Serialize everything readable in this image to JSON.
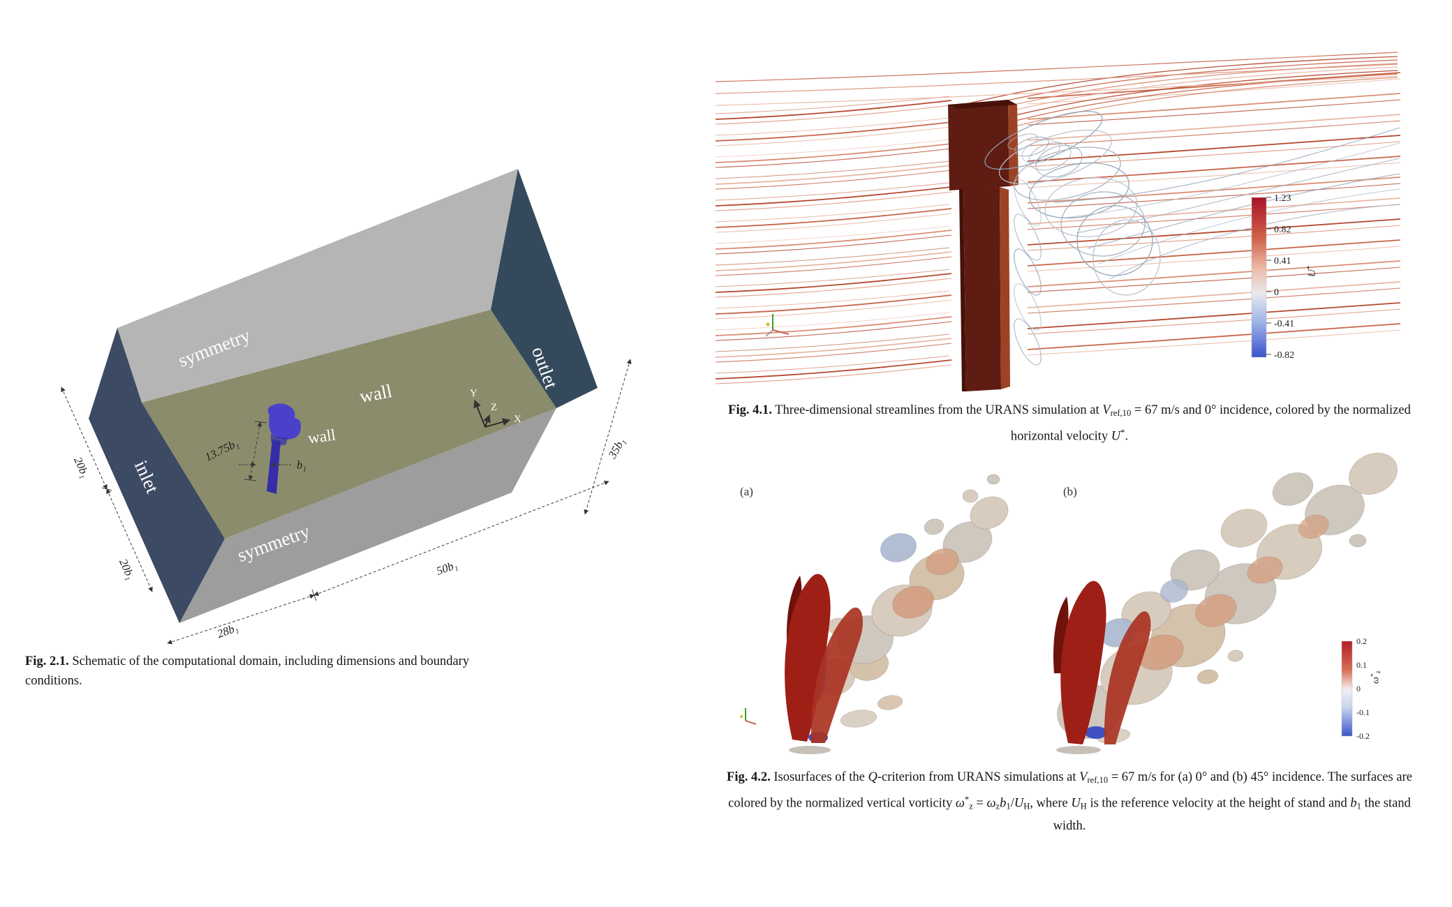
{
  "figures": {
    "fig21": {
      "caption": [
        {
          "t": "Fig. 2.1.",
          "s": "b"
        },
        {
          "t": " Schematic of the computational domain, including dimensions and boundary conditions.",
          "s": ""
        }
      ],
      "labels": {
        "symmetry_top": "symmetry",
        "wall_main": "wall",
        "wall_small": "wall",
        "inlet": "inlet",
        "outlet": "outlet",
        "symmetry_bottom": "symmetry"
      },
      "dimensions": {
        "stand_height": "13.75b₁",
        "stand_width": "b₁",
        "left_upper": "20b₁",
        "left_lower": "20b₁",
        "bottom_left": "28b₁",
        "bottom_right": "50b₁",
        "right_height": "35b₁"
      },
      "axes": {
        "x": "X",
        "y": "Y",
        "z": "Z"
      }
    },
    "fig41": {
      "caption": [
        {
          "t": "Fig. 4.1.",
          "s": "b"
        },
        {
          "t": " Three-dimensional streamlines from the URANS simulation at ",
          "s": ""
        },
        {
          "t": "V",
          "s": "i"
        },
        {
          "t": "ref,10",
          "s": "sub"
        },
        {
          "t": " = 67 m/s and 0° incidence, colored by the normalized horizontal velocity ",
          "s": ""
        },
        {
          "t": "U",
          "s": "i"
        },
        {
          "t": "*",
          "s": "sup"
        },
        {
          "t": ".",
          "s": ""
        }
      ],
      "colorbar": {
        "ticks": [
          "1.23",
          "0.82",
          "0.41",
          "0",
          "-0.41",
          "-0.82"
        ],
        "label_segments": [
          {
            "t": "U",
            "s": "i"
          },
          {
            "t": "*",
            "s": "sup"
          }
        ]
      }
    },
    "fig42": {
      "panel_a": "(a)",
      "panel_b": "(b)",
      "caption": [
        {
          "t": "Fig. 4.2.",
          "s": "b"
        },
        {
          "t": " Isosurfaces of the ",
          "s": ""
        },
        {
          "t": "Q",
          "s": "i"
        },
        {
          "t": "-criterion from URANS simulations at ",
          "s": ""
        },
        {
          "t": "V",
          "s": "i"
        },
        {
          "t": "ref,10",
          "s": "sub"
        },
        {
          "t": " = 67 m/s for (a) 0° and (b) 45° incidence. The surfaces are colored by the normalized vertical vorticity ",
          "s": ""
        },
        {
          "t": "ω",
          "s": "i"
        },
        {
          "t": "*",
          "s": "sup"
        },
        {
          "t": "z",
          "s": "sub"
        },
        {
          "t": " = ",
          "s": ""
        },
        {
          "t": "ω",
          "s": "i"
        },
        {
          "t": "z",
          "s": "sub"
        },
        {
          "t": "b",
          "s": "i"
        },
        {
          "t": "1",
          "s": "sub"
        },
        {
          "t": "/",
          "s": ""
        },
        {
          "t": "U",
          "s": "i"
        },
        {
          "t": "H",
          "s": "sub"
        },
        {
          "t": ", where ",
          "s": ""
        },
        {
          "t": "U",
          "s": "i"
        },
        {
          "t": "H",
          "s": "sub"
        },
        {
          "t": " is the reference velocity at the height of stand and ",
          "s": ""
        },
        {
          "t": "b",
          "s": "i"
        },
        {
          "t": "1",
          "s": "sub"
        },
        {
          "t": " the stand width.",
          "s": ""
        }
      ],
      "colorbar": {
        "ticks": [
          "0.2",
          "0.1",
          "0",
          "-0.1",
          "-0.2"
        ],
        "label_segments": [
          {
            "t": "ω",
            "s": "i"
          },
          {
            "t": "*",
            "s": "sup"
          },
          {
            "t": "z",
            "s": "sub"
          }
        ]
      }
    }
  },
  "colors": {
    "page_bg": "#ffffff",
    "text": "#15151c",
    "dim_line": "#3a3a3a",
    "face_top": "#b5b5b5",
    "face_floor": "#8b8c6b",
    "face_near": "#9d9d9d",
    "face_inlet": "#3c4a63",
    "face_outlet": "#344a5c",
    "object_blue": "#4a41cb",
    "object_blue_dark": "#352da8",
    "stream_red_dark": "#b5492f",
    "stream_red": "#c8664a",
    "stream_red_light": "#da8e74",
    "stream_red_pale": "#e9b6a3",
    "swirl_blue": "#8fa3b8",
    "swirl_blue_light": "#b7c2cd",
    "swirl_gray": "#a2b0bf",
    "stand_front": "#5e1c12",
    "stand_side": "#9c4326",
    "stand_dark": "#46110a",
    "iso_pale": "#cfc8bf",
    "iso_pale2": "#d8ccbe",
    "iso_tan": "#d5c2ab",
    "iso_salmon": "#d49e80",
    "iso_lblue": "#a9b7cf",
    "iso_red": "#9e1f16",
    "iso_red2": "#aa3322",
    "iso_maroon": "#6e120c",
    "iso_blue": "#3f51c0",
    "cb_red": "#a61328",
    "cb_blue": "#3d52cc"
  }
}
